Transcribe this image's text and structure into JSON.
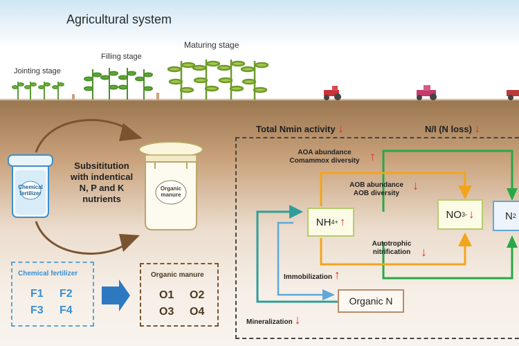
{
  "title": "Agricultural  system",
  "stages": {
    "jointing": "Jointing stage",
    "filling": "Filling stage",
    "maturing": "Maturing stage"
  },
  "substitution_text": [
    "Subsititution",
    "with indentical",
    "N, P and K",
    "nutrients"
  ],
  "chemical_bottle_label": [
    "Chemical",
    "fertilizer"
  ],
  "organic_bottle_label": [
    "Organic",
    "manure"
  ],
  "chemical_box": {
    "title": "Chemical fertilizer",
    "cells": [
      "F1",
      "F2",
      "F3",
      "F4"
    ]
  },
  "organic_box": {
    "title": "Organic manure",
    "cells": [
      "O1",
      "O2",
      "O3",
      "O4"
    ]
  },
  "headers": {
    "total_nmin": "Total Nmin activity",
    "ni_loss": "N/I (N loss)"
  },
  "labels": {
    "aoa_abundance": "AOA abundance",
    "comammox_diversity": "Comammox diversity",
    "aob_abundance": "AOB abundance",
    "aob_diversity": "AOB diversity",
    "autotrophic": "Autotrophic",
    "nitrification": "nitrification",
    "immobilization": "Immobilization",
    "mineralization": "Mineralization"
  },
  "nodes": {
    "nh4": "NH",
    "no3": "NO",
    "organic_n": "Organic N",
    "n2": "N"
  },
  "symbols": {
    "up": "↑",
    "down": "↓",
    "nh4_sub": "4",
    "nh4_sup": "+",
    "no3_sub": "3",
    "no3_sup": "-",
    "n2_sub": "2"
  },
  "colors": {
    "green": "#27a847",
    "orange": "#f2a51b",
    "teal": "#2f9e9a",
    "blue_arrow": "#2e78c2",
    "brown_arrow": "#7a5430",
    "red": "#e0302c"
  }
}
